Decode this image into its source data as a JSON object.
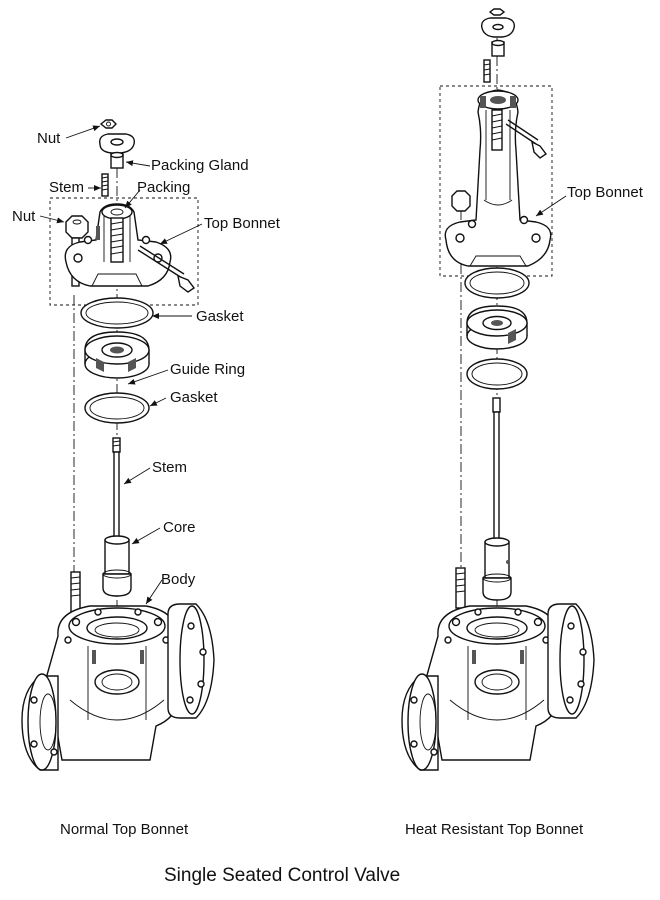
{
  "title": "Single Seated Control Valve",
  "left_view": {
    "caption": "Normal Top Bonnet",
    "labels": {
      "nut_top": "Nut",
      "packing_gland": "Packing Gland",
      "stem_top": "Stem",
      "packing": "Packing",
      "nut_side": "Nut",
      "top_bonnet": "Top Bonnet",
      "gasket_upper": "Gasket",
      "guide_ring": "Guide Ring",
      "gasket_lower": "Gasket",
      "stem_lower": "Stem",
      "core": "Core",
      "body": "Body"
    }
  },
  "right_view": {
    "caption": "Heat Resistant Top Bonnet",
    "labels": {
      "top_bonnet": "Top Bonnet"
    }
  }
}
